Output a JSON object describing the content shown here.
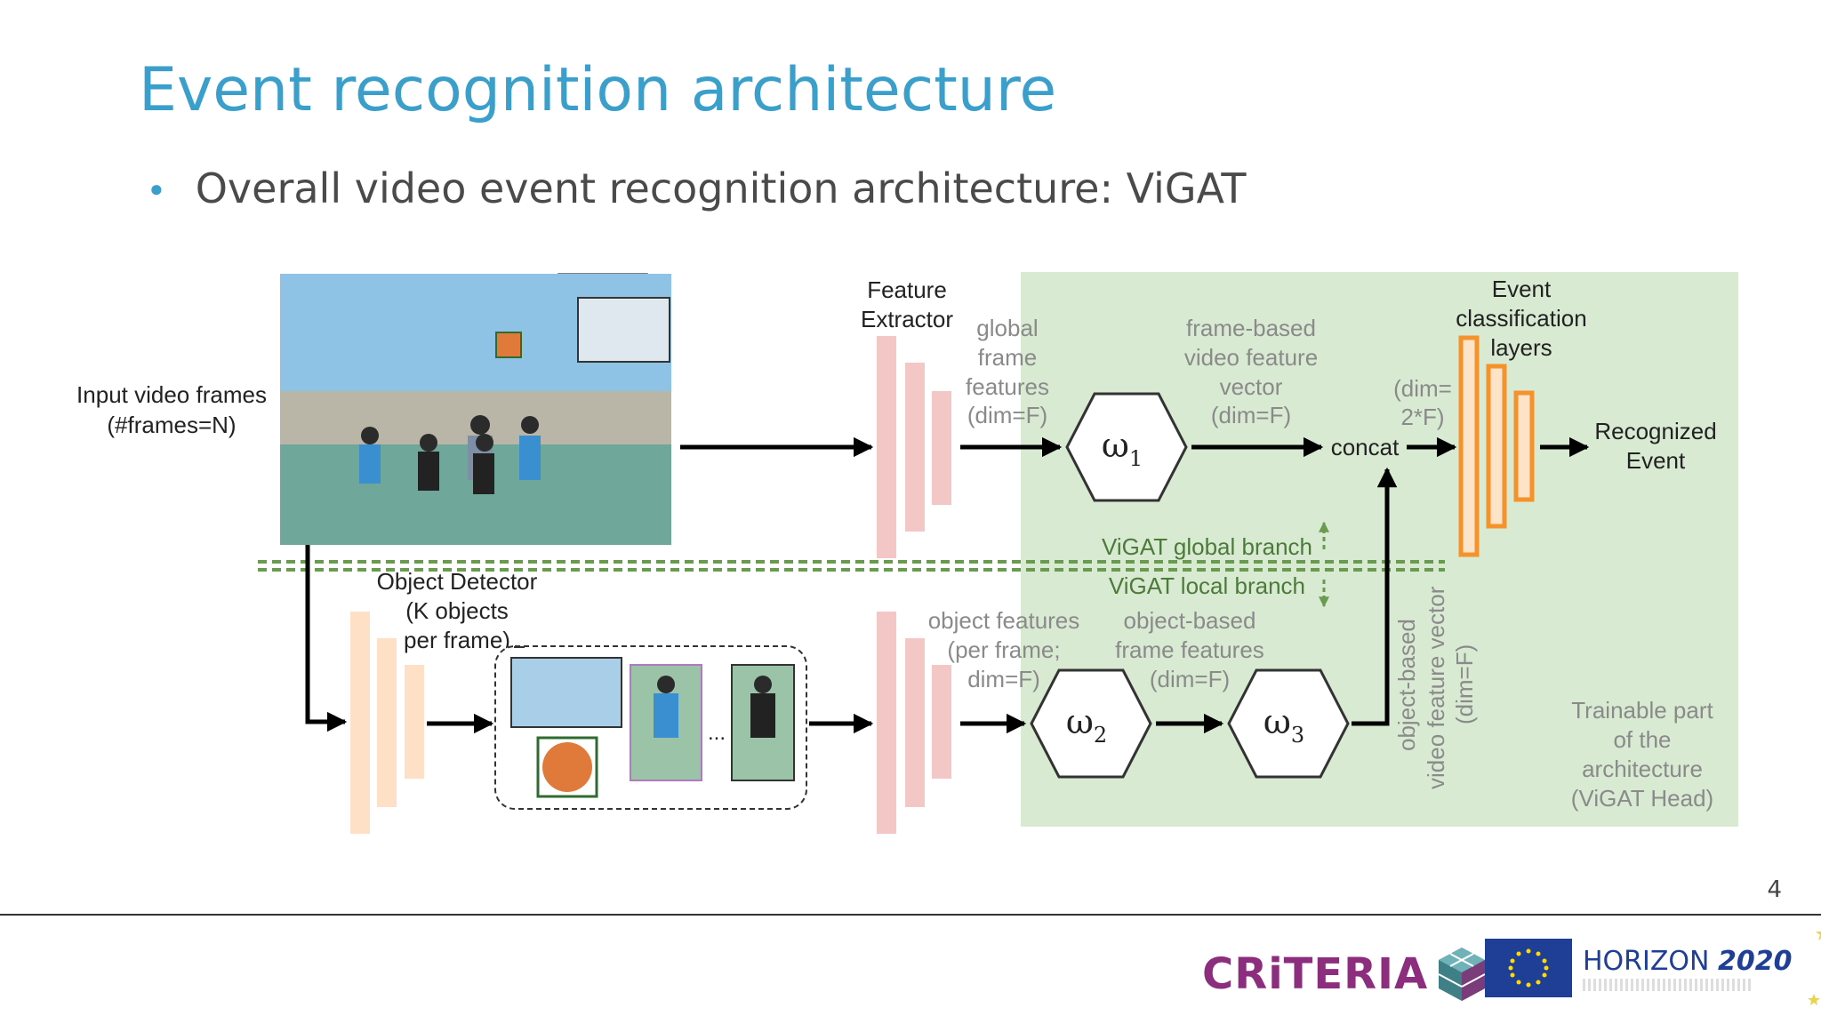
{
  "slide": {
    "title": "Event recognition architecture",
    "bullet": "Overall video event recognition architecture: ViGAT",
    "page_number": "4"
  },
  "diagram": {
    "input_frames": [
      "Input video frames",
      "(#frames=N)"
    ],
    "feature_extractor": [
      "Feature",
      "Extractor"
    ],
    "global_frame_features": [
      "global",
      "frame",
      "features",
      "(dim=F)"
    ],
    "omega1": "ω",
    "omega1_sub": "1",
    "frame_based_vector": [
      "frame-based",
      "video feature",
      "vector",
      "(dim=F)"
    ],
    "concat": "concat",
    "dim_2f": [
      "(dim=",
      "2*F)"
    ],
    "event_classification": [
      "Event",
      "classification",
      "layers"
    ],
    "recognized_event": [
      "Recognized",
      "Event"
    ],
    "global_branch": "ViGAT global branch",
    "local_branch": "ViGAT local branch",
    "object_detector": [
      "Object Detector",
      "(K objects",
      "per frame)"
    ],
    "ellipsis": "...",
    "object_features": [
      "object features",
      "(per frame;",
      "dim=F)"
    ],
    "omega2": "ω",
    "omega2_sub": "2",
    "object_frame_features": [
      "object-based",
      "frame features",
      "(dim=F)"
    ],
    "omega3": "ω",
    "omega3_sub": "3",
    "object_video_vector": [
      "object-based",
      "video feature vector",
      "(dim=F)"
    ],
    "trainable_part": [
      "Trainable part",
      "of the",
      "architecture",
      "(ViGAT Head)"
    ]
  },
  "footer": {
    "criteria_logo": "CRiTERIA",
    "horizon_logo": "HORIZON",
    "horizon_year": "2020"
  },
  "colors": {
    "title_blue": "#3a9fcb",
    "trainable_green": "#d9ead3",
    "feature_pink": "#f4c7c7",
    "detector_peach": "#fde0c5",
    "classifier_orange": "#f5922a",
    "branch_green": "#6a9a50",
    "criteria_purple": "#8c2d7d",
    "eu_blue": "#1f3e95"
  }
}
